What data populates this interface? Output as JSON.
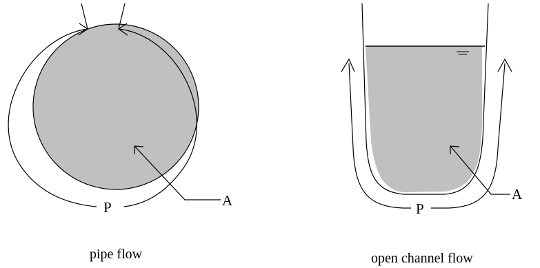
{
  "colors": {
    "background": "#ffffff",
    "fluid_fill": "#c0c0c0",
    "stroke": "#000000"
  },
  "pipe": {
    "perimeter_label": "P",
    "area_label": "A",
    "caption": "pipe flow"
  },
  "channel": {
    "perimeter_label": "P",
    "area_label": "A",
    "caption": "open channel flow"
  }
}
